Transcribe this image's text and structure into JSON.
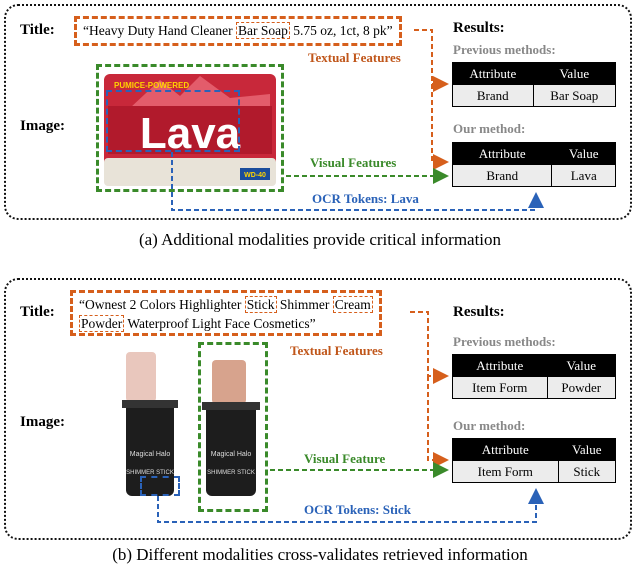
{
  "labels": {
    "title": "Title:",
    "image": "Image:",
    "results": "Results:",
    "previous": "Previous methods:",
    "ours": "Our method:"
  },
  "panel_a": {
    "title_before": "“Heavy Duty Hand Cleaner ",
    "title_hl": "Bar Soap",
    "title_after": " 5.75 oz, 1ct, 8 pk”",
    "textual": "Textual Features",
    "visual": "Visual Features",
    "ocr": "OCR Tokens:  Lava",
    "product": {
      "brand_top": "PUMICE-POWERED",
      "brand": "Lava",
      "badge": "WD-40"
    },
    "previous": {
      "headers": [
        "Attribute",
        "Value"
      ],
      "row": [
        "Brand",
        "Bar Soap"
      ]
    },
    "ours": {
      "headers": [
        "Attribute",
        "Value"
      ],
      "row": [
        "Brand",
        "Lava"
      ]
    },
    "caption": "(a) Additional modalities provide critical information"
  },
  "panel_b": {
    "title_l1_a": "“Ownest 2 Colors Highlighter ",
    "title_l1_hl1": "Stick",
    "title_l1_b": " Shimmer ",
    "title_l1_hl2": "Cream",
    "title_l2_hl": "Powder",
    "title_l2_b": " Waterproof Light Face Cosmetics”",
    "textual": "Textual Features",
    "visual": "Visual Feature",
    "ocr": "OCR Tokens:  Stick",
    "product": {
      "brand": "Magical Halo",
      "label": "SHIMMER STICK"
    },
    "previous": {
      "headers": [
        "Attribute",
        "Value"
      ],
      "row": [
        "Item Form",
        "Powder"
      ]
    },
    "ours": {
      "headers": [
        "Attribute",
        "Value"
      ],
      "row": [
        "Item Form",
        "Stick"
      ]
    },
    "caption": "(b) Different modalities cross-validates retrieved information"
  },
  "colors": {
    "textual": "#d65f1c",
    "visual": "#3a8a2a",
    "ocr": "#2a62b8"
  }
}
